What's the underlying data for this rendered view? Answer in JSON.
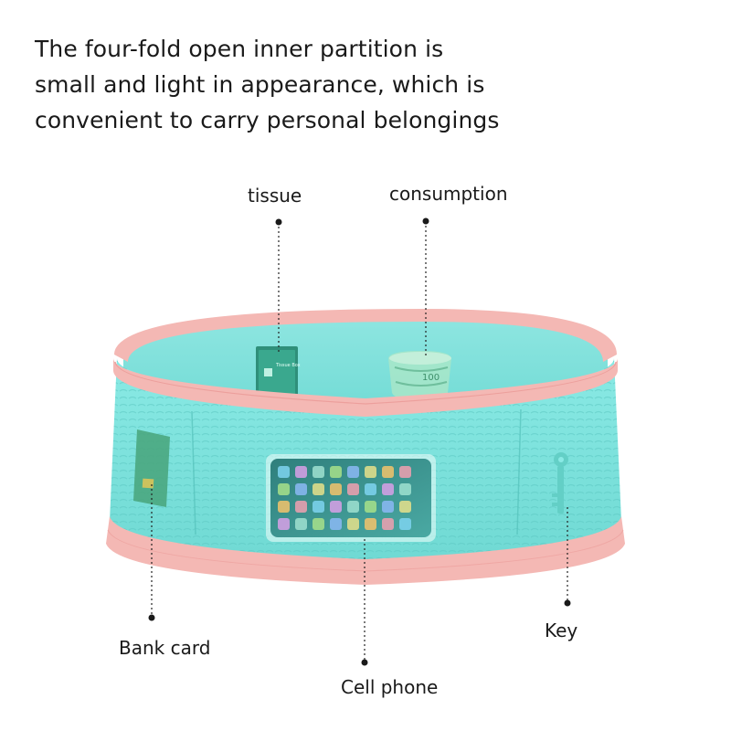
{
  "headline": {
    "lines": [
      "The four-fold open inner partition is",
      "small and light in appearance, which is",
      "convenient to carry personal belongings"
    ]
  },
  "callouts": {
    "tissue": "tissue",
    "consumption": "consumption",
    "bank_card": "Bank card",
    "cell_phone": "Cell phone",
    "key": "Key"
  },
  "tissue_box_text": "Tissue Box",
  "cash_text": "100",
  "colors": {
    "band_pink": "#f4b8b4",
    "band_pink_dark": "#ec9f9c",
    "belt_teal": "#7fe3de",
    "belt_teal_dark": "#5fcfc9",
    "phone_screen": "#3b8f8a",
    "card_green": "#4aa77f",
    "key_teal": "#63cfc6"
  },
  "icons": [
    "tissue-box-icon",
    "cash-roll-icon",
    "bank-card-icon",
    "smartphone-icon",
    "key-icon"
  ]
}
